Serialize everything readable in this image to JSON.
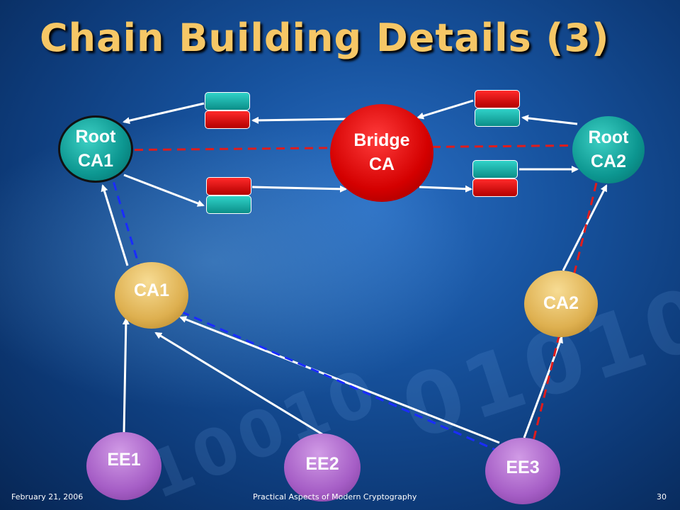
{
  "title": "Chain Building Details (3)",
  "nodes": {
    "root_ca1": "Root\nCA1",
    "bridge_ca": "Bridge\nCA",
    "root_ca2": "Root\nCA2",
    "ca1": "CA1",
    "ca2": "CA2",
    "ee1": "EE1",
    "ee2": "EE2",
    "ee3": "EE3"
  },
  "footer": {
    "date": "February 21, 2006",
    "course": "Practical Aspects of Modern Cryptography",
    "page": "30"
  },
  "colors": {
    "title": "#f6c766",
    "root_ca": "#0c9690",
    "bridge_ca": "#d40000",
    "intermediate_ca": "#deb050",
    "end_entity": "#a65ec6",
    "path_blue": "#1a2cff",
    "path_red": "#e01c1c"
  }
}
